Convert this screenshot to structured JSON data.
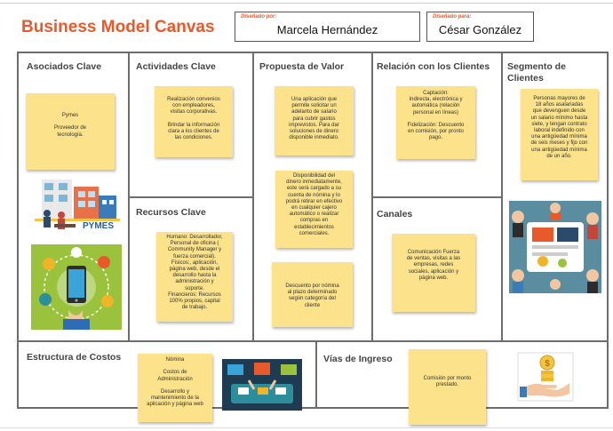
{
  "header": {
    "title": "Business Model Canvas",
    "designed_by_label": "Diseñado por:",
    "designed_by": "Marcela Hernández",
    "designed_for_label": "Diseñado para:",
    "designed_for": "César González"
  },
  "sections": {
    "partners": {
      "title": "Asociados Clave",
      "note": "Pymes\n\nProveedor de\ntecnología."
    },
    "activities": {
      "title": "Actividades Clave",
      "note": "Realización convenios\ncon empleadores,\nvisitas corporativas.\n\nBrindar la información\nclara a los clientes de\nlas condiciones."
    },
    "resources": {
      "title": "Recursos Clave",
      "note": "Humano: Desarrollador,\nPersonal de oficina (\nCommunity Manager y\nfuerza comercial).\nFísicos:, aplicación,\npágina web, desde el\ndesarrollo hasta la\nadministración y\nsoporte.\nFinancieros: Recursos\n100% propios, capital\nde trabajo."
    },
    "value": {
      "title": "Propuesta de Valor",
      "notes": [
        "Una aplicación que\npermite solicitar un\nadelanto de salario\npara cubrir gastos\nimprevistos. Para dar\nsoluciones de dinero\ndisponible inmediato.",
        "Disponibilidad del\ndinero inmediatamente,\neste será cargado a su\ncuenta de nómina y lo\npodrá retirar en efectivo\nen cualquier cajero\nautomático o realizar\ncompras en\nestablecimientos\ncomerciales.",
        "Descuento por nómina\nal plazo determinado\nsegún categoría del\ncliente"
      ]
    },
    "relationships": {
      "title": "Relación con los Clientes",
      "note": "Captación:\nIndirecta, electrónica y\nautomática (relación\npersonal en líneas)\n\nFidelización: Descuento\nen comisión, por pronto\npago."
    },
    "channels": {
      "title": "Canales",
      "note": "Comunicación Fuerza\nde ventas, visitas a las\nempresas, redes\nsociales, aplicación y\npágina web."
    },
    "segments": {
      "title": "Segmento de\nClientes",
      "note": "Personas mayores de\n18 años asalariadas\nque devenguen desde\nun salario mínimo hasta\nsiete, y tengan contrato\nlaboral indefinido con\nuna antigüedad mínima\nde seis meses y fijo con\nuna antigüedad mínima\nde un año."
    },
    "costs": {
      "title": "Estructura de Costos",
      "note": "Nómina\n\nCostos de\nAdministración\n\nDesarrollo y\nmantenimiento de la\naplicación y página web"
    },
    "revenue": {
      "title": "Vías de Ingreso",
      "note": "Comisión por monto\nprestado."
    }
  },
  "images": {
    "pymes_label": "PYMES",
    "icons": [
      "mobile-network-icon",
      "business-team-icon",
      "meeting-table-icon",
      "money-hand-icon",
      "dollar-coin-icon"
    ],
    "accent_colors": {
      "orange": "#e8592b",
      "note": "#fce28a",
      "green": "#9ac23c",
      "teal": "#2c8e9a"
    }
  }
}
